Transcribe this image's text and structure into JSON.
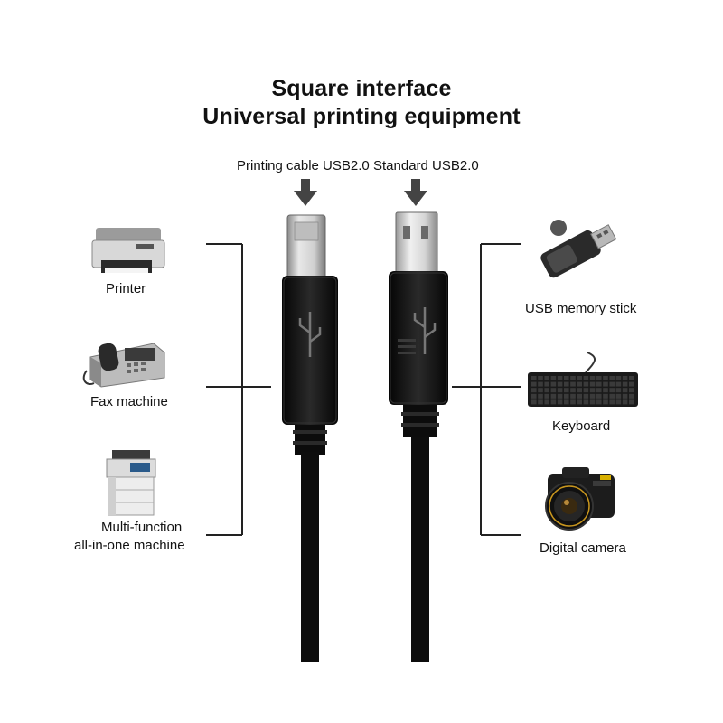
{
  "header": {
    "title_line1": "Square interface",
    "title_line2": "Universal printing equipment"
  },
  "connectors": {
    "left_label": "Printing cable USB2.0",
    "right_label": "Standard USB2.0"
  },
  "left_devices": [
    {
      "label": "Printer",
      "icon": "printer-icon"
    },
    {
      "label": "Fax machine",
      "icon": "fax-machine-icon"
    },
    {
      "label_line1": "Multi-function",
      "label_line2": "all-in-one machine",
      "icon": "multifunction-printer-icon"
    }
  ],
  "right_devices": [
    {
      "label": "USB memory stick",
      "icon": "usb-stick-icon"
    },
    {
      "label": "Keyboard",
      "icon": "keyboard-icon"
    },
    {
      "label": "Digital camera",
      "icon": "camera-icon"
    }
  ],
  "colors": {
    "cable": "#111111",
    "metal": "#c9c9c9",
    "bracket": "#222222",
    "arrow": "#444444"
  }
}
